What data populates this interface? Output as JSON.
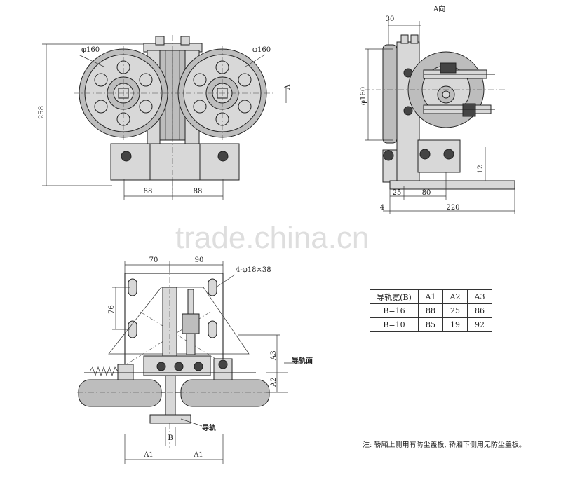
{
  "view_label": "A向",
  "watermark": "trade.china.cn",
  "front_view": {
    "wheel_dia_left": "φ160",
    "wheel_dia_right": "φ160",
    "height": "258",
    "spacing_left": "88",
    "spacing_right": "88",
    "arrow_label": "A"
  },
  "side_view": {
    "top": "30",
    "wheel_dia": "φ160",
    "gap": "12",
    "a": "25",
    "b": "80",
    "c": "4",
    "d": "220"
  },
  "plan_view": {
    "w1": "70",
    "w2": "90",
    "holes": "4-φ18×38",
    "h": "76",
    "a3": "A3",
    "a2": "A2",
    "b": "B",
    "a1_left": "A1",
    "a1_right": "A1",
    "guide_face": "导轨面",
    "guide_rail": "导轨"
  },
  "table": {
    "headers": [
      "导轨宽(B)",
      "A1",
      "A2",
      "A3"
    ],
    "rows": [
      [
        "B=16",
        "88",
        "25",
        "86"
      ],
      [
        "B=10",
        "85",
        "19",
        "92"
      ]
    ]
  },
  "note": "注: 轿厢上侧用有防尘盖板, 轿厢下侧用无防尘盖板。"
}
